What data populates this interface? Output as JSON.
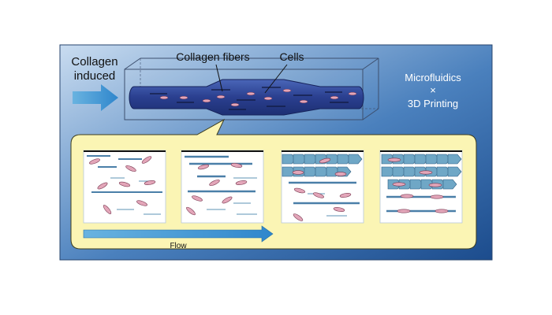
{
  "labels": {
    "collagen_induced_line1": "Collagen",
    "collagen_induced_line2": "induced",
    "collagen_fibers": "Collagen fibers",
    "cells": "Cells",
    "side_line1": "Microfluidics",
    "side_line2": "×",
    "side_line3": "3D Printing",
    "flow": "Flow"
  },
  "colors": {
    "background_dark": "#2a5d9c",
    "background_light": "#cfe0f1",
    "callout_fill": "#fbf5b4",
    "channel": "#2a3f8f",
    "arrow": "#3a8fd0",
    "fiber": "#4a7fa8",
    "cell": "#e3a6b9"
  }
}
